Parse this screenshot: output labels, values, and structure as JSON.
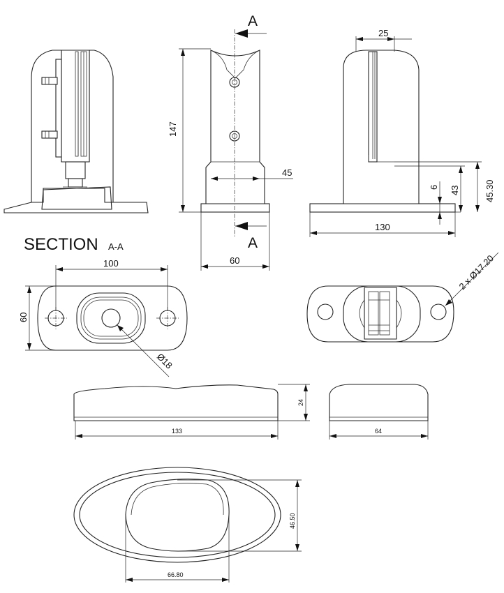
{
  "labels": {
    "cut_top": "A",
    "cut_bottom": "A",
    "section_word": "SECTION",
    "section_id": "A-A"
  },
  "dims": {
    "front_height": "147",
    "front_width_upper": "45",
    "front_width_base": "60",
    "side_top": "25",
    "side_base_length": "130",
    "side_base_thick": "6",
    "side_slot_h": "43",
    "side_slot_h2": "45.30",
    "plan_hole_spacing": "100",
    "plan_width": "60",
    "plan_bore": "Ø18",
    "plan_holes": "2 x Ø17.20",
    "cover_length": "133",
    "cover_height": "24",
    "cover_width": "64",
    "cover_plan_w": "66.80",
    "cover_plan_h": "46.50"
  }
}
